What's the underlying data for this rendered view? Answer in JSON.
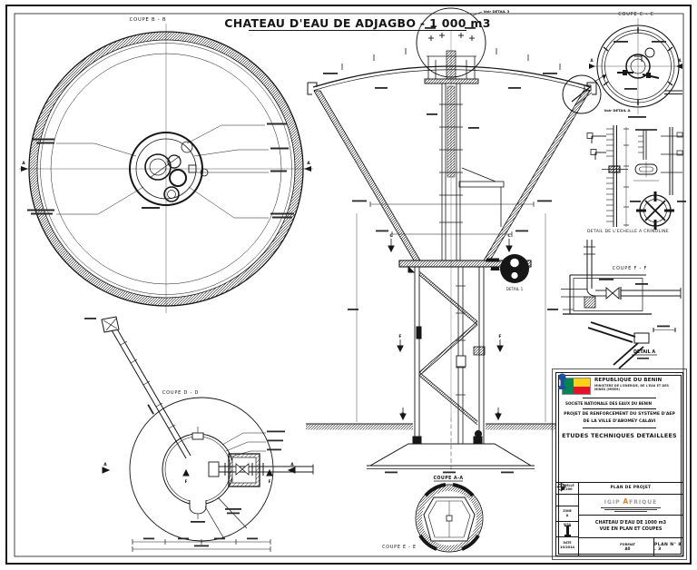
{
  "sheet_title": "CHATEAU D'EAU DE ADJAGBO - 1 000 m3",
  "labels": {
    "coupe_bb": "COUPE B - B",
    "coupe_cc": "COUPE C - C",
    "voir_detail_a": "Voir DETAIL A",
    "voir_detail_3": "Voir DETAIL 3",
    "echelle_crinoline": "DETAIL DE L'ECHELLE A CRINOLINE",
    "coupe_ff": "COUPE F - F",
    "detail_a": "DETAIL A",
    "detail_1": "DETAIL 1",
    "coupe_aa": "COUPE A-A",
    "coupe_dd": "COUPE D - D",
    "coupe_ee": "COUPE E - E",
    "marker_a": "A",
    "marker_c": "C",
    "marker_d": "D",
    "marker_f": "F"
  },
  "title_block": {
    "republic": "REPUBLIQUE DU BENIN",
    "ministry_l1": "MINISTERE DE L'ENERGIE, DE L'EAU ET DES",
    "ministry_l2": "MINES (MEEM)",
    "soneb": "SOCIETE NATIONALE DES EAUX DU BENIN",
    "project_l1": "PROJET DE RENFORCEMENT DU SYSTEME D'AEP",
    "project_l2": "DE LA VILLE D'ABOMEY CALAVI",
    "etudes": "ETUDES TECHNIQUES DETAILLEES",
    "plan_de_projet": "PLAN DE PROJET",
    "firm_igip": "IGIP",
    "firm_a": "A",
    "firm_frique": "FRIQUE",
    "doc_title_l1": "CHATEAU D'EAU DE 1000 m3",
    "doc_title_l2": "VUE EN PLAN ET COUPES",
    "echelle_label": "ECHELLE",
    "echelle_value": "1/100",
    "zone_label": "ZONE",
    "zone_value": "A",
    "visa_label": "VISA",
    "date_label": "DATE",
    "date_value": "10/2014",
    "format_label": "FORMAT",
    "format_value": "A0",
    "plan_no": "PLAN N°  8 . 3"
  },
  "colors": {
    "ink": "#161616",
    "flag_green": "#008751",
    "flag_yellow": "#FCD116",
    "flag_red": "#E8112D",
    "soneb_blue": "#1f4fa3",
    "igip_orange": "#f08020"
  }
}
